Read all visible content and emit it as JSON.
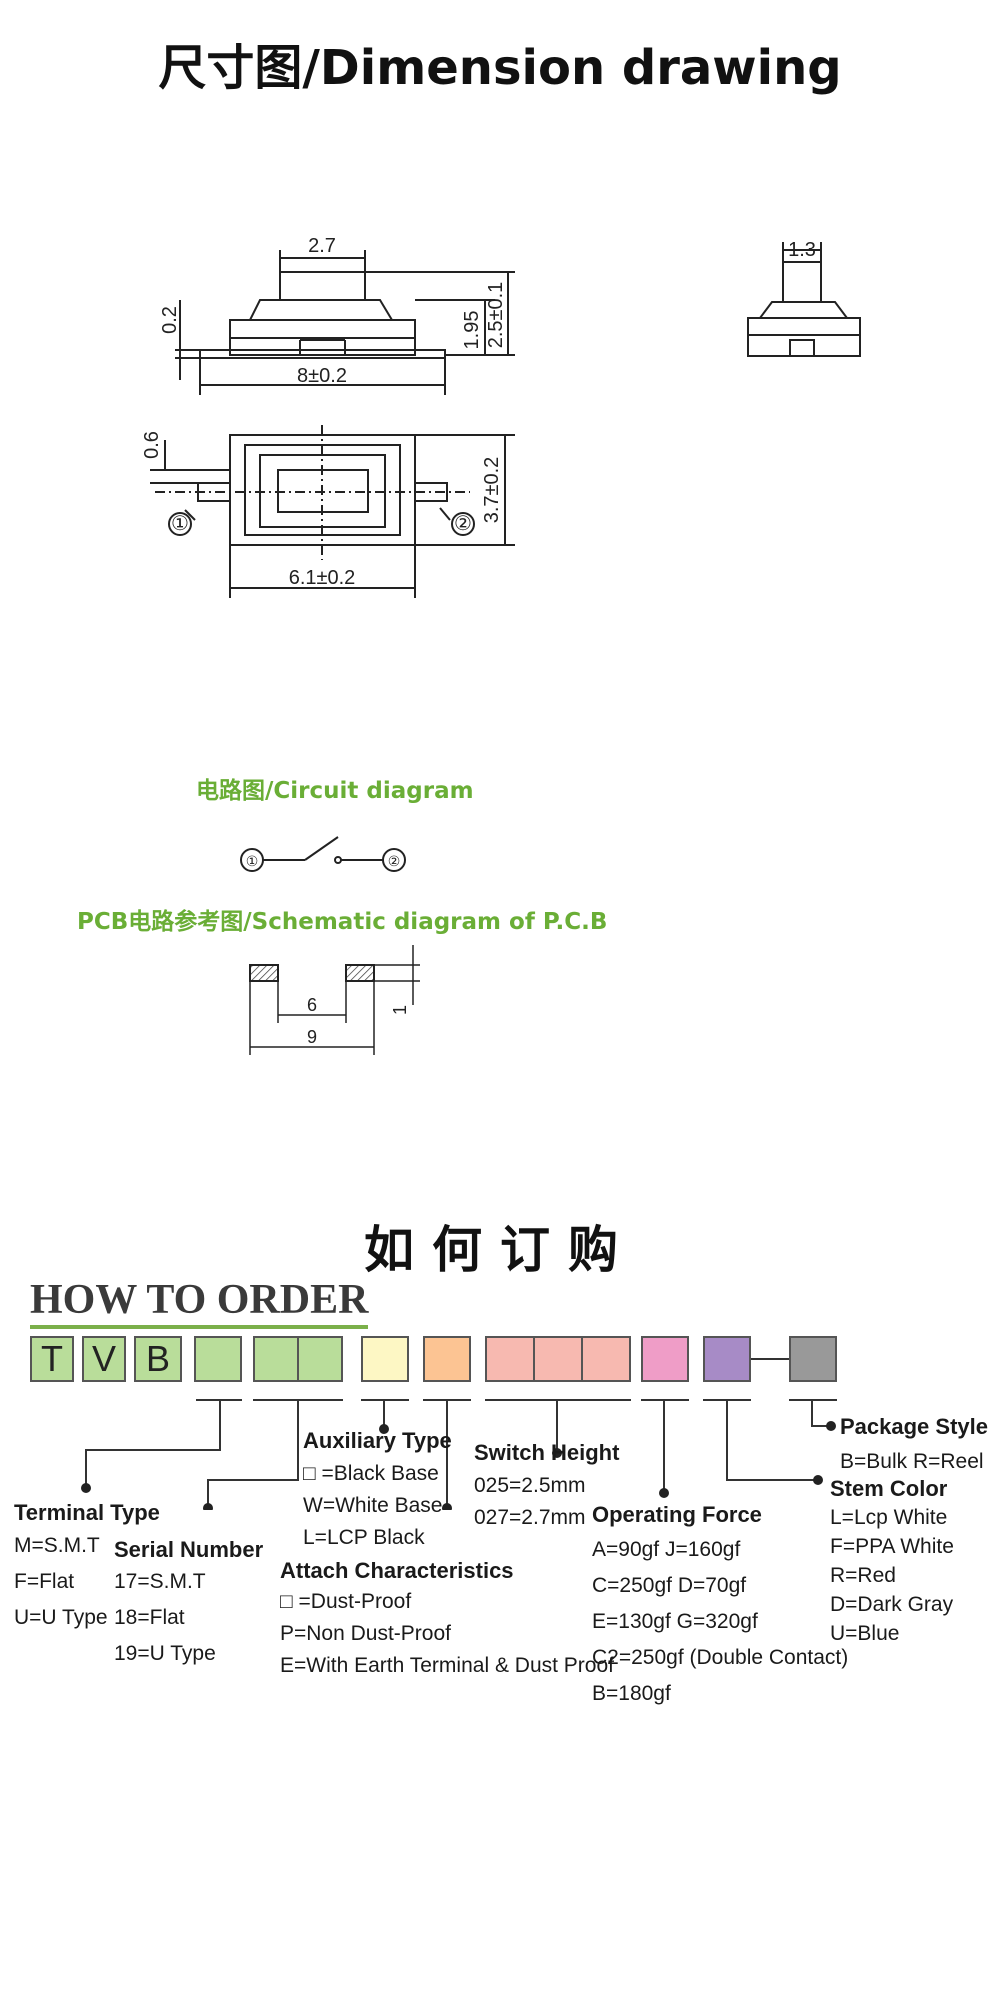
{
  "header": {
    "title": "尺寸图/Dimension drawing"
  },
  "dimensions": {
    "top_width": "2.7",
    "side_width": "1.3",
    "base_height": "0.2",
    "body_height": "1.95",
    "total_height": "2.5±0.1",
    "length": "8±0.2",
    "terminal_offset": "0.6",
    "depth": "3.7±0.2",
    "body_length": "6.1±0.2",
    "pin1": "①",
    "pin2": "②"
  },
  "circuit": {
    "title": "电路图/Circuit diagram",
    "pin1": "①",
    "pin2": "②"
  },
  "pcb": {
    "title": "PCB电路参考图/Schematic diagram of P.C.B",
    "inner": "6",
    "outer": "9",
    "pad": "1"
  },
  "order": {
    "title_cn": "如何订购",
    "title_en": "HOW TO ORDER",
    "code_boxes": [
      {
        "text": "T",
        "color": "#b9dd9a"
      },
      {
        "text": "V",
        "color": "#b9dd9a"
      },
      {
        "text": "B",
        "color": "#b9dd9a"
      },
      {
        "text": "",
        "color": "#b9dd9a"
      },
      {
        "text": "",
        "color": "#b9dd9a"
      },
      {
        "text": "",
        "color": "#b9dd9a"
      },
      {
        "text": "",
        "color": "#fdf7c4"
      },
      {
        "text": "",
        "color": "#fcc493"
      },
      {
        "text": "",
        "color": "#f7b9b0"
      },
      {
        "text": "",
        "color": "#f7b9b0"
      },
      {
        "text": "",
        "color": "#f7b9b0"
      },
      {
        "text": "",
        "color": "#ef9dc7"
      },
      {
        "text": "",
        "color": "#a78bc6"
      },
      {
        "text": "",
        "color": "#999999"
      }
    ],
    "terminal_type": {
      "heading": "Terminal Type",
      "options": [
        "M=S.M.T",
        "F=Flat",
        "U=U Type"
      ]
    },
    "serial_number": {
      "heading": "Serial Number",
      "options": [
        "17=S.M.T",
        "18=Flat",
        "19=U Type"
      ]
    },
    "auxiliary_type": {
      "heading": "Auxiliary Type",
      "options": [
        "□ =Black Base",
        "W=White Base",
        "L=LCP Black"
      ]
    },
    "attach": {
      "heading": "Attach Characteristics",
      "options": [
        "□ =Dust-Proof",
        "P=Non Dust-Proof",
        "E=With Earth Terminal & Dust Proof"
      ]
    },
    "switch_height": {
      "heading": "Switch Height",
      "options": [
        "025=2.5mm",
        "027=2.7mm"
      ]
    },
    "operating_force": {
      "heading": "Operating Force",
      "options": [
        "A=90gf J=160gf",
        "C=250gf D=70gf",
        "E=130gf G=320gf",
        "C2=250gf (Double Contact)",
        "B=180gf"
      ]
    },
    "package_style": {
      "heading": "Package Style",
      "options": [
        "B=Bulk R=Reel"
      ]
    },
    "stem_color": {
      "heading": "Stem Color",
      "options": [
        "L=Lcp White",
        "F=PPA White",
        "R=Red",
        "D=Dark Gray",
        "U=Blue"
      ]
    }
  }
}
